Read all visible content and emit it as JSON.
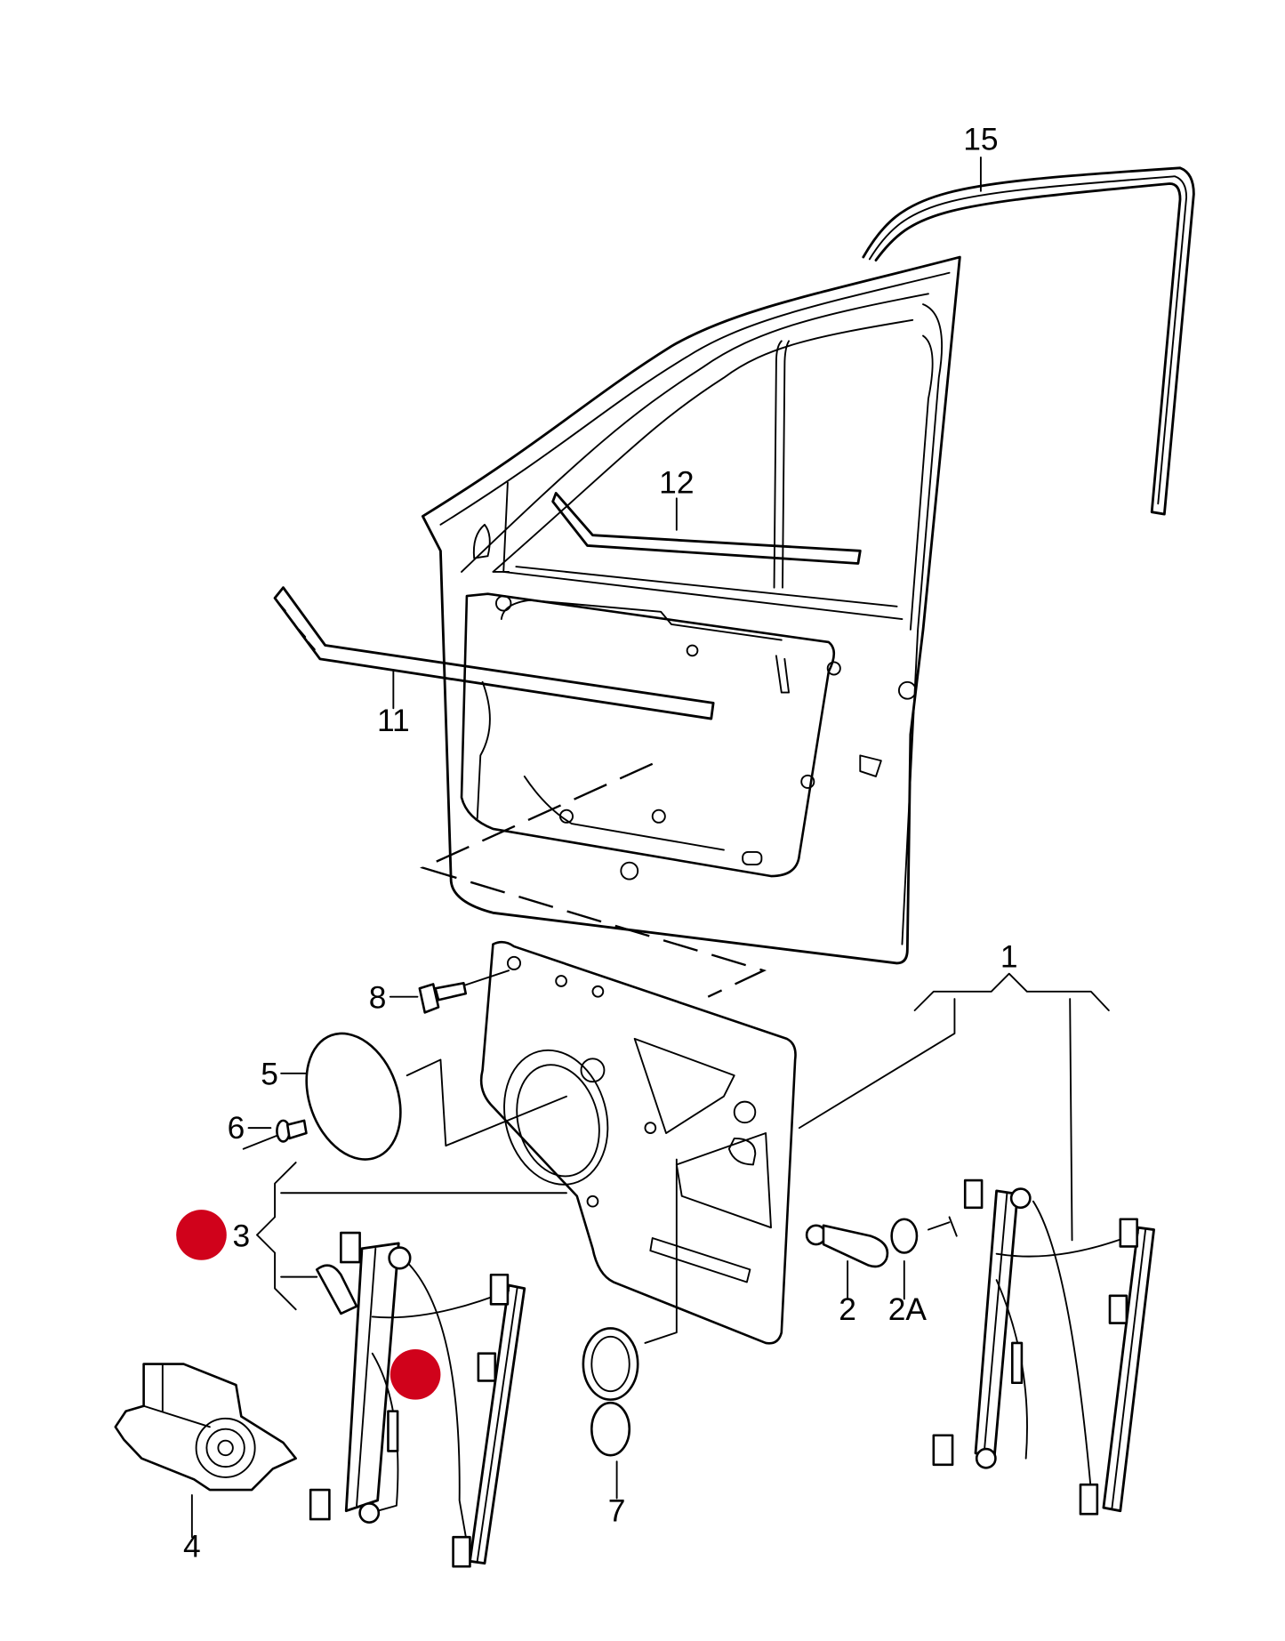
{
  "diagram": {
    "callouts": [
      {
        "id": "1",
        "label": "1"
      },
      {
        "id": "2",
        "label": "2"
      },
      {
        "id": "2A",
        "label": "2A"
      },
      {
        "id": "3",
        "label": "3"
      },
      {
        "id": "4",
        "label": "4"
      },
      {
        "id": "5",
        "label": "5"
      },
      {
        "id": "6",
        "label": "6"
      },
      {
        "id": "7",
        "label": "7"
      },
      {
        "id": "8",
        "label": "8"
      },
      {
        "id": "11",
        "label": "11"
      },
      {
        "id": "12",
        "label": "12"
      },
      {
        "id": "15",
        "label": "15"
      }
    ],
    "highlight_markers": [
      {
        "name": "marker-part-3",
        "color": "#d0021b"
      },
      {
        "name": "marker-regulator",
        "color": "#d0021b"
      }
    ]
  }
}
